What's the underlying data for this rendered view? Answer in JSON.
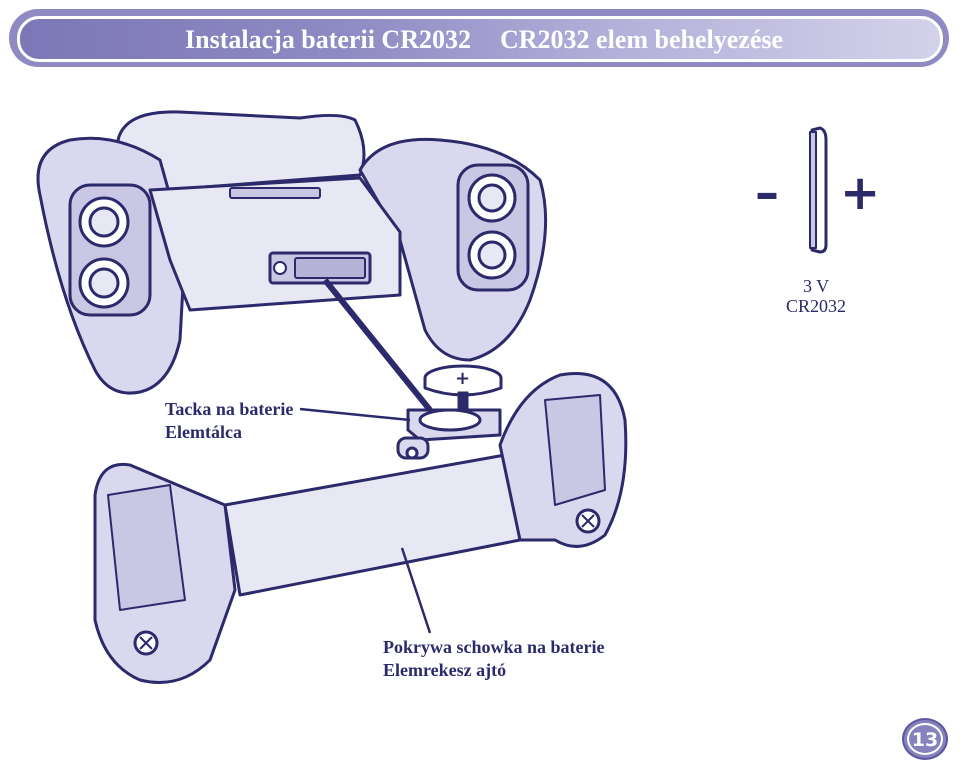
{
  "header": {
    "title_pl": "Instalacja baterii CR2032",
    "title_hu": "CR2032 elem behelyezése"
  },
  "battery": {
    "minus_symbol": "–",
    "plus_symbol": "+",
    "voltage": "3 V",
    "model": "CR2032"
  },
  "labels": {
    "tray_pl": "Tacka na baterie",
    "tray_hu": "Elemtálca",
    "cover_pl": "Pokrywa schowka na baterie",
    "cover_hu": "Elemrekesz ajtó"
  },
  "page_number": "13",
  "colors": {
    "accent": "#8f8bc2",
    "outline": "#2c2a6b",
    "fill": "#d9d8ee"
  }
}
